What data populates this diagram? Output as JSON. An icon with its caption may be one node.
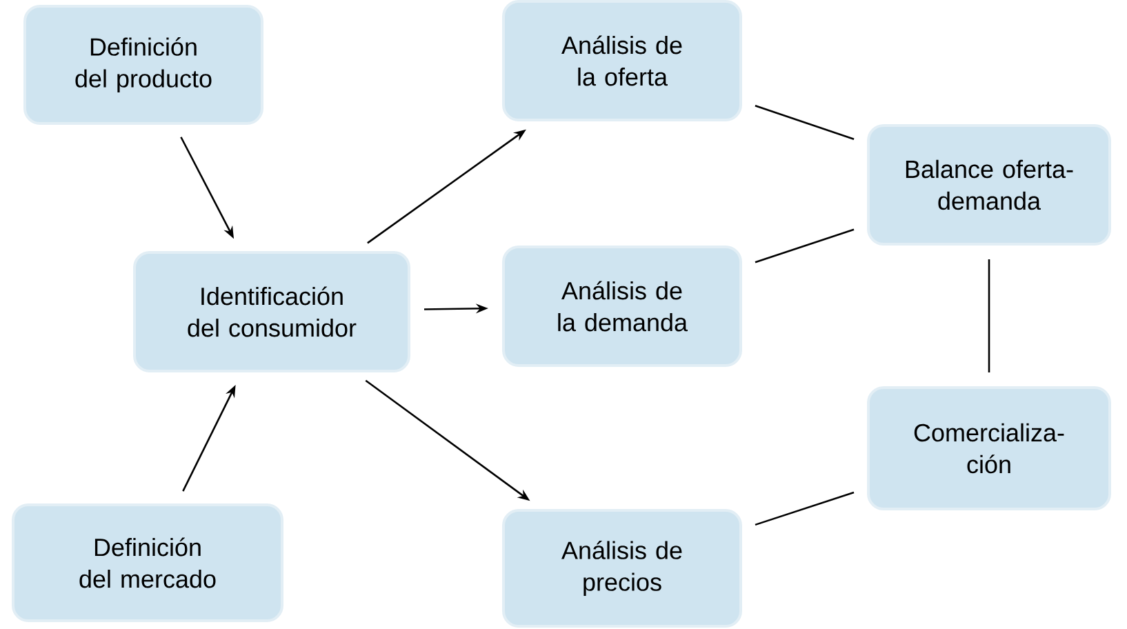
{
  "diagram": {
    "nodes": [
      {
        "text": [
          "Definición del producto"
        ]
      },
      {
        "text": [
          "Análisis de la oferta"
        ]
      },
      {
        "text": [
          "Balance oferta-demanda"
        ]
      },
      {
        "text": [
          "Identificación del consumidor"
        ]
      },
      {
        "text": [
          "Análisis de la demanda"
        ]
      },
      {
        "text": [
          "Comercializa- ción"
        ]
      },
      {
        "text": [
          "Definición del mercado"
        ]
      },
      {
        "text": [
          "Análisis de precios"
        ]
      }
    ],
    "edges": [
      {
        "from": 0,
        "to": 3,
        "arrow": "to"
      },
      {
        "from": 6,
        "to": 3,
        "arrow": "to"
      },
      {
        "from": 3,
        "to": 1,
        "arrow": "to"
      },
      {
        "from": 3,
        "to": 4,
        "arrow": "to"
      },
      {
        "from": 3,
        "to": 7,
        "arrow": "to"
      },
      {
        "from": 1,
        "to": 2,
        "arrow": "none"
      },
      {
        "from": 4,
        "to": 2,
        "arrow": "none"
      },
      {
        "from": 2,
        "to": 5,
        "arrow": "none"
      },
      {
        "from": 7,
        "to": 5,
        "arrow": "none"
      }
    ]
  }
}
